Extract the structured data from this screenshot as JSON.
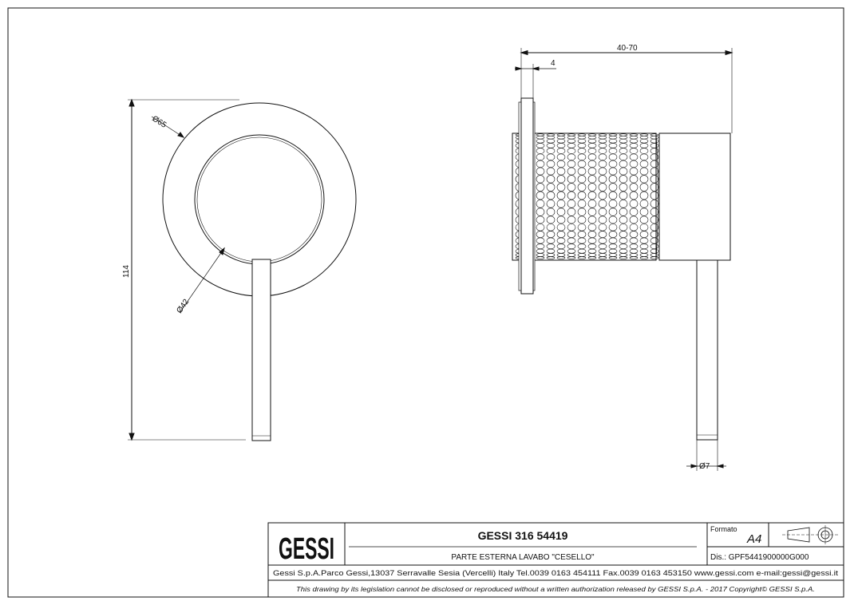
{
  "dimensions": {
    "height": "114",
    "outer_diameter": "Ø65",
    "inner_diameter": "Ø42",
    "depth_range": "40-70",
    "plate_thickness": "4",
    "lever_diameter": "Ø7"
  },
  "title_block": {
    "logo": "GESSI",
    "code": "GESSI 316 54419",
    "description": "PARTE ESTERNA LAVABO \"CESELLO\"",
    "format_label": "Formato",
    "format_value": "A4",
    "drawing_number": "Dis.: GPF5441900000G000",
    "address": "Gessi S.p.A.Parco Gessi,13037 Serravalle Sesia (Vercelli) Italy Tel.0039 0163 454111 Fax.0039 0163 453150 www.gessi.com e-mail:gessi@gessi.it",
    "copyright": "This drawing by its legislation cannot be disclosed or reproduced without a written authorization released by GESSI S.p.A. - 2017 Copyright© GESSI S.p.A."
  }
}
